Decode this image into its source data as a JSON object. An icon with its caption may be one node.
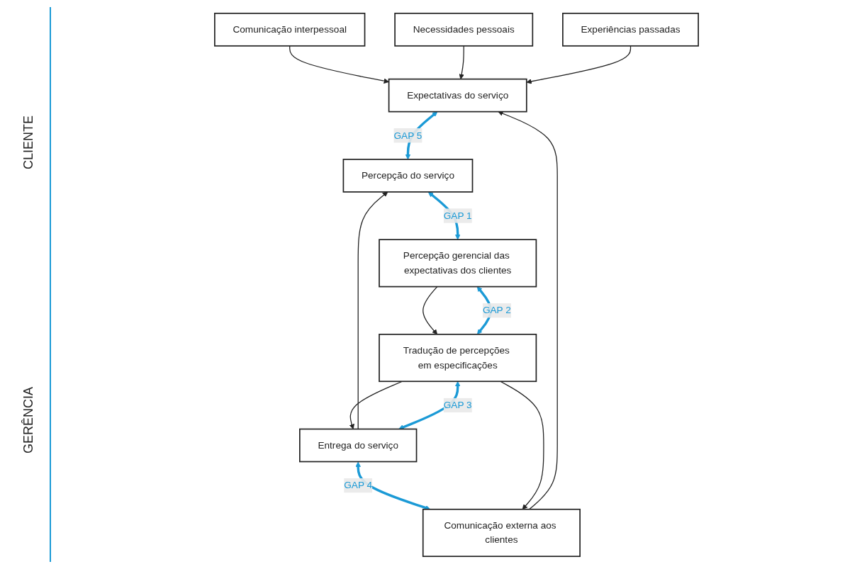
{
  "diagram": {
    "nodes": [
      {
        "text": [
          "Comunicação interpessoal"
        ]
      },
      {
        "text": [
          "Necessidades pessoais"
        ]
      },
      {
        "text": [
          "Experiências passadas"
        ]
      },
      {
        "text": [
          "Expectativas do serviço"
        ]
      },
      {
        "text": [
          "Percepção do serviço"
        ]
      },
      {
        "text": [
          "Entrega do serviço"
        ]
      },
      {
        "text": [
          "Comunicação externa aos clientes"
        ]
      },
      {
        "text": [
          "Tradução de percepções em especificações"
        ]
      },
      {
        "text": [
          "Percepção gerencial das expectativas dos clientes"
        ]
      }
    ],
    "edges": [
      {
        "from": 0,
        "to": 3,
        "arrow": "to"
      },
      {
        "from": 1,
        "to": 3,
        "arrow": "to"
      },
      {
        "from": 2,
        "to": 3,
        "arrow": "to"
      },
      {
        "from": 3,
        "to": 4,
        "arrow": "both",
        "label": "GAP 5",
        "style": "thick",
        "color": "#1b9ad6"
      },
      {
        "from": 6,
        "to": 3,
        "arrow": "to"
      },
      {
        "from": 5,
        "to": 4,
        "arrow": "to"
      },
      {
        "from": 5,
        "to": 6,
        "arrow": "both",
        "label": "GAP 4",
        "style": "thick",
        "color": "#1b9ad6"
      },
      {
        "from": 7,
        "to": 5,
        "arrow": "to"
      },
      {
        "from": 5,
        "to": 7,
        "arrow": "both",
        "label": "GAP 3",
        "style": "thick",
        "color": "#1b9ad6"
      },
      {
        "from": 7,
        "to": 6,
        "arrow": "to"
      },
      {
        "from": 8,
        "to": 7,
        "arrow": "to"
      },
      {
        "from": 7,
        "to": 8,
        "arrow": "both",
        "label": "GAP 2",
        "style": "thick",
        "color": "#1b9ad6"
      },
      {
        "from": 4,
        "to": 8,
        "arrow": "both",
        "label": "GAP 1",
        "style": "thick",
        "color": "#1b9ad6"
      }
    ],
    "labels": [
      "CLIENTE",
      "GERÊNCIA"
    ]
  }
}
